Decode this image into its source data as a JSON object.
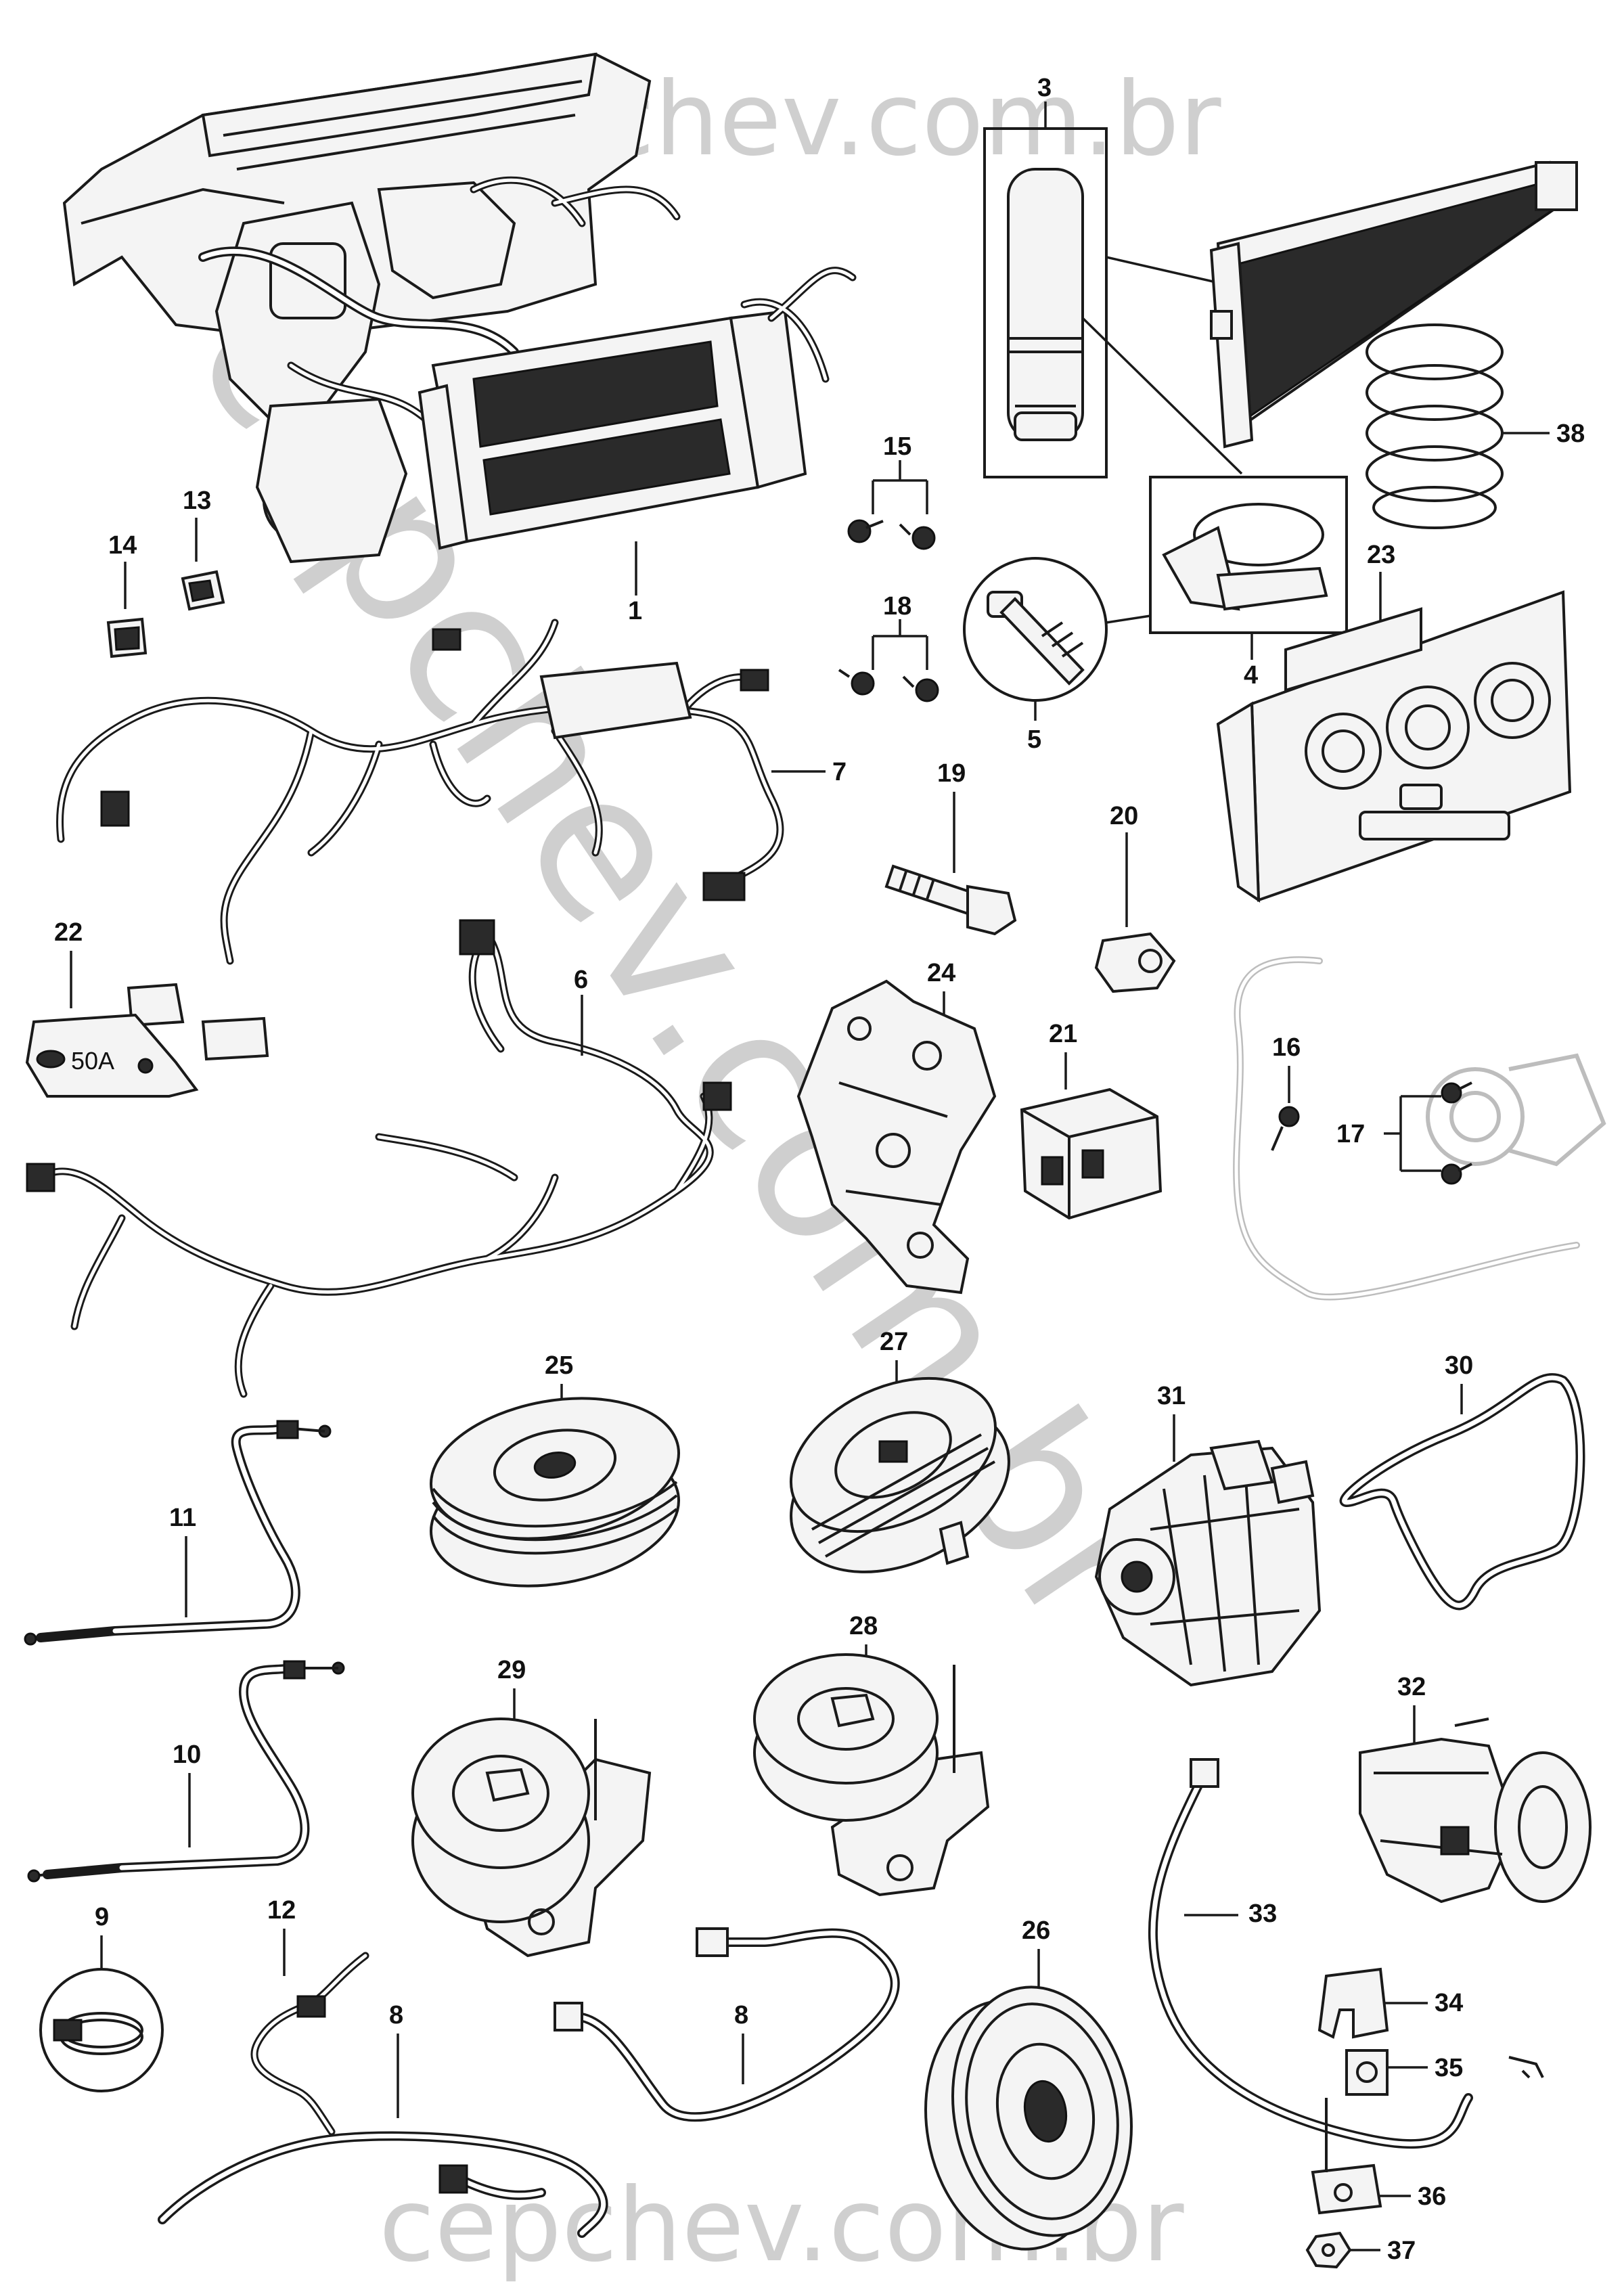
{
  "watermark": {
    "top": "cepchev.com.br",
    "bottom": "cepchev.com.br",
    "diagonal": "cepchev.com.br",
    "color": "#cfcfcf"
  },
  "fuse_label": "50A",
  "callouts": {
    "c1": "1",
    "c3": "3",
    "c4": "4",
    "c5": "5",
    "c6": "6",
    "c7": "7",
    "c8a": "8",
    "c8b": "8",
    "c9": "9",
    "c10": "10",
    "c11": "11",
    "c12": "12",
    "c13": "13",
    "c14": "14",
    "c15": "15",
    "c16": "16",
    "c17": "17",
    "c18": "18",
    "c19": "19",
    "c20": "20",
    "c21": "21",
    "c22": "22",
    "c23": "23",
    "c24": "24",
    "c25": "25",
    "c26": "26",
    "c27": "27",
    "c28": "28",
    "c29": "29",
    "c30": "30",
    "c31": "31",
    "c32": "32",
    "c33": "33",
    "c34": "34",
    "c35": "35",
    "c36": "36",
    "c37": "37",
    "c38": "38"
  },
  "icons": {
    "hvac": "hvac-module-icon",
    "dryer": "receiver-drier-icon",
    "condenser": "condenser-icon",
    "spring": "coil-spring-icon",
    "alternator": "alternator-icon",
    "pulley": "pulley-icon",
    "relay": "relay-icon",
    "fuse": "fuse-icon"
  }
}
